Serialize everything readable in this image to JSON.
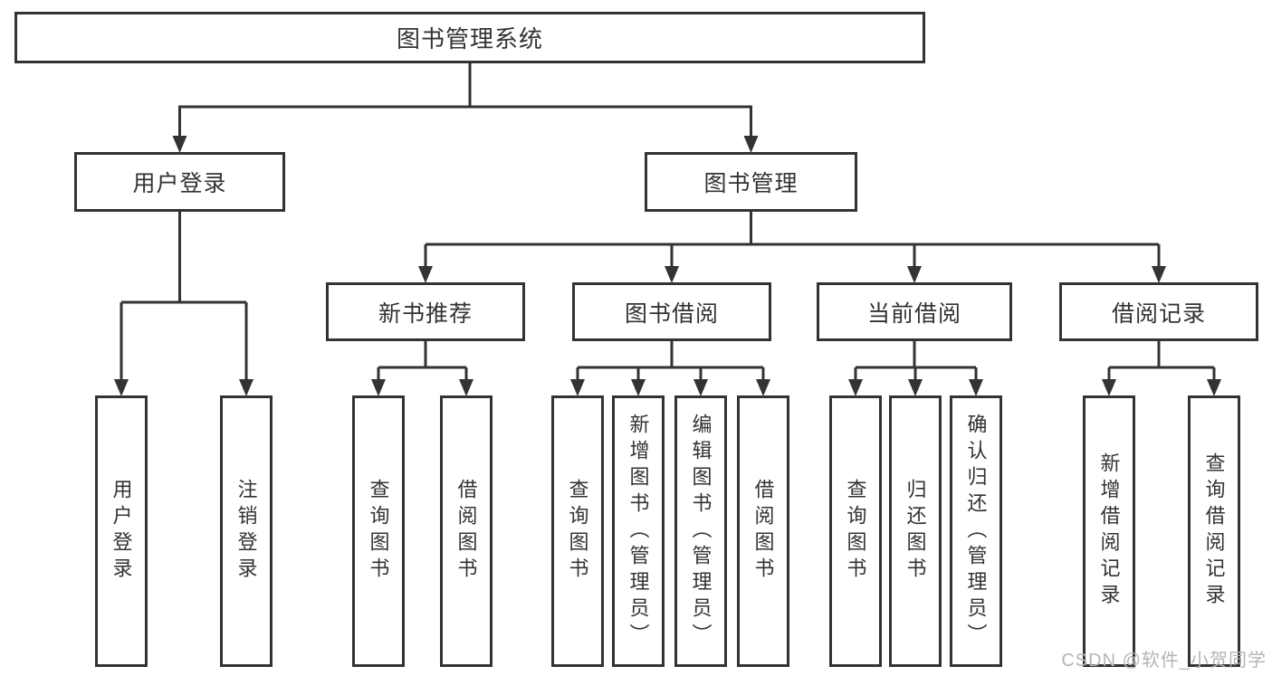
{
  "diagram": {
    "root": {
      "label": "图书管理系统"
    },
    "level1": [
      {
        "label": "用户登录"
      },
      {
        "label": "图书管理"
      }
    ],
    "level2": [
      {
        "label": "新书推荐"
      },
      {
        "label": "图书借阅"
      },
      {
        "label": "当前借阅"
      },
      {
        "label": "借阅记录"
      }
    ],
    "leaves": [
      {
        "label": "用户登录"
      },
      {
        "label": "注销登录"
      },
      {
        "label": "查询图书"
      },
      {
        "label": "借阅图书"
      },
      {
        "label": "查询图书"
      },
      {
        "label": "新增图书（管理员）"
      },
      {
        "label": "编辑图书（管理员）"
      },
      {
        "label": "借阅图书"
      },
      {
        "label": "查询图书"
      },
      {
        "label": "归还图书"
      },
      {
        "label": "确认归还（管理员）"
      },
      {
        "label": "新增借阅记录"
      },
      {
        "label": "查询借阅记录"
      }
    ]
  },
  "watermark": {
    "text": "CSDN @软件_小贺同学"
  },
  "colors": {
    "line": "#333333",
    "box_border": "#333333",
    "text": "#333333",
    "watermark_text": "#b5b5b5",
    "background": "#ffffff"
  }
}
